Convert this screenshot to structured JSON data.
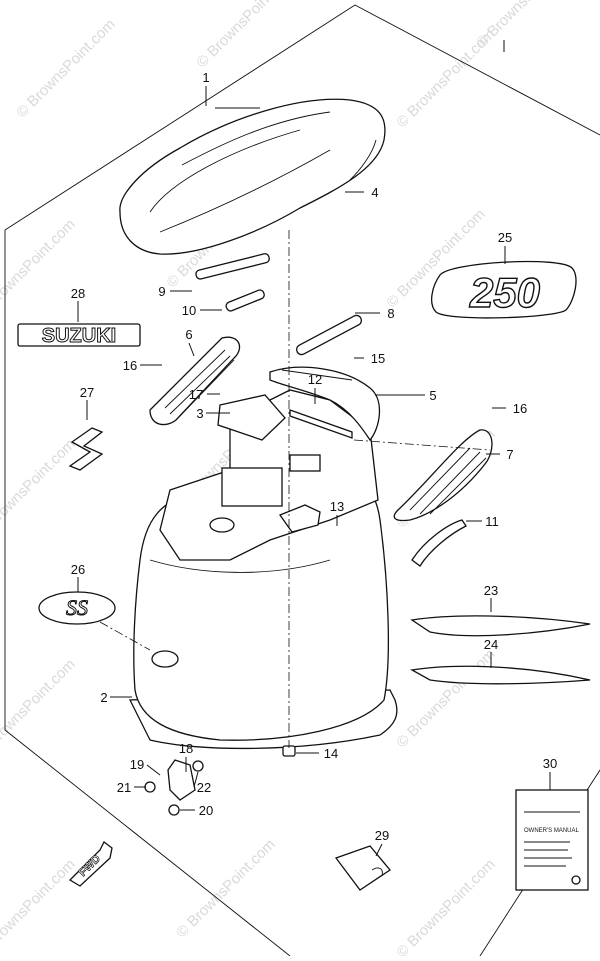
{
  "watermark": "© BrownsPoint.com",
  "decals": {
    "brand": "SUZUKI",
    "model": "250",
    "ss": "SS",
    "fwd": "FWD"
  },
  "manual": {
    "lines": [
      "OWNER'S MANUAL"
    ]
  },
  "callouts": [
    {
      "id": "1",
      "label": "1"
    },
    {
      "id": "2",
      "label": "2"
    },
    {
      "id": "3",
      "label": "3"
    },
    {
      "id": "4",
      "label": "4"
    },
    {
      "id": "5",
      "label": "5"
    },
    {
      "id": "6",
      "label": "6"
    },
    {
      "id": "7",
      "label": "7"
    },
    {
      "id": "8",
      "label": "8"
    },
    {
      "id": "9",
      "label": "9"
    },
    {
      "id": "10",
      "label": "10"
    },
    {
      "id": "11",
      "label": "11"
    },
    {
      "id": "12",
      "label": "12"
    },
    {
      "id": "13",
      "label": "13"
    },
    {
      "id": "14",
      "label": "14"
    },
    {
      "id": "15",
      "label": "15"
    },
    {
      "id": "16a",
      "label": "16"
    },
    {
      "id": "16b",
      "label": "16"
    },
    {
      "id": "17",
      "label": "17"
    },
    {
      "id": "18",
      "label": "18"
    },
    {
      "id": "19",
      "label": "19"
    },
    {
      "id": "20",
      "label": "20"
    },
    {
      "id": "21",
      "label": "21"
    },
    {
      "id": "22",
      "label": "22"
    },
    {
      "id": "23",
      "label": "23"
    },
    {
      "id": "24",
      "label": "24"
    },
    {
      "id": "25",
      "label": "25"
    },
    {
      "id": "26",
      "label": "26"
    },
    {
      "id": "27",
      "label": "27"
    },
    {
      "id": "28",
      "label": "28"
    },
    {
      "id": "29",
      "label": "29"
    },
    {
      "id": "30",
      "label": "30"
    }
  ]
}
